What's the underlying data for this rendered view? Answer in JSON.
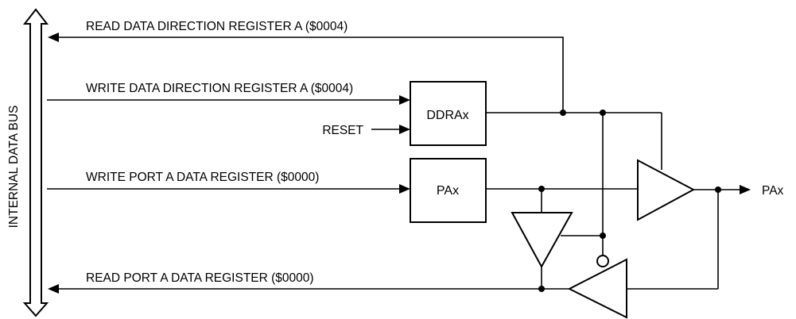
{
  "bus_label": "INTERNAL DATA BUS",
  "signals": {
    "read_ddr": "READ DATA DIRECTION REGISTER A ($0004)",
    "write_ddr": "WRITE DATA DIRECTION REGISTER A ($0004)",
    "reset": "RESET",
    "write_port": "WRITE PORT A DATA REGISTER ($0000)",
    "read_port": "READ PORT A DATA REGISTER ($0000)"
  },
  "blocks": {
    "ddr": "DDRAx",
    "port": "PAx"
  },
  "pin_label": "PAx",
  "colors": {
    "line": "#000000",
    "background": "#ffffff"
  }
}
